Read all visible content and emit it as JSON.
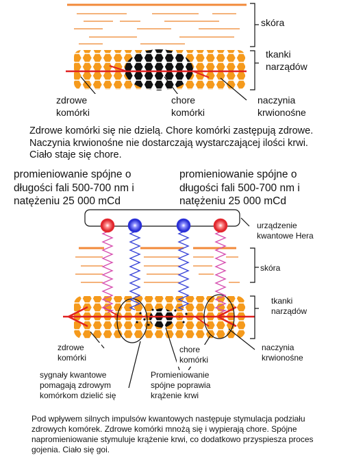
{
  "top_diagram": {
    "label_skin": "skóra",
    "label_tissue": "tkanki narządów",
    "label_healthy": "zdrowe komórki",
    "label_sick": "chore komórki",
    "label_vessels": "naczynia krwionośne"
  },
  "top_caption": "Zdrowe komórki się nie dzielą. Chore komórki zastępują zdrowe. Naczynia krwionośne nie dostarczają wystarczającej ilości krwi. Ciało staje się chore.",
  "radiation_left": "promieniowanie spójne o długości fali 500-700 nm i natężeniu 25 000 mCd",
  "radiation_right": "promieniowanie spójne o długości fali 500-700 nm i natężeniu 25 000 mCd",
  "bottom_diagram": {
    "label_device": "urządzenie kwantowe Hera",
    "label_skin": "skóra",
    "label_tissue": "tkanki narządów",
    "label_healthy": "zdrowe komórki",
    "label_sick": "chore komórki",
    "label_vessels": "naczynia krwionośne",
    "label_signals": "sygnały kwantowe pomagają zdrowym komórkom dzielić się",
    "label_irradiation": "Promieniowanie spójne poprawia krążenie krwi"
  },
  "bottom_caption": "Pod wpływem silnych impulsów kwantowych następuje stymulacja podziału zdrowych komórek. Zdrowe komórki mnożą się i wypierają chore. Spójne napromieniowanie stymuluje krążenie krwi, co dodatkowo przyspiesza proces gojenia. Ciało się goi.",
  "colors": {
    "skin_line": "#f2a45a",
    "healthy_cell": "#f59a1c",
    "sick_cell": "#111111",
    "vessel": "#e02020",
    "emitter_red": "#e3262d",
    "emitter_blue": "#2a2fd8",
    "spring_pink": "#d64fb0",
    "spring_blue": "#3a45d8"
  }
}
